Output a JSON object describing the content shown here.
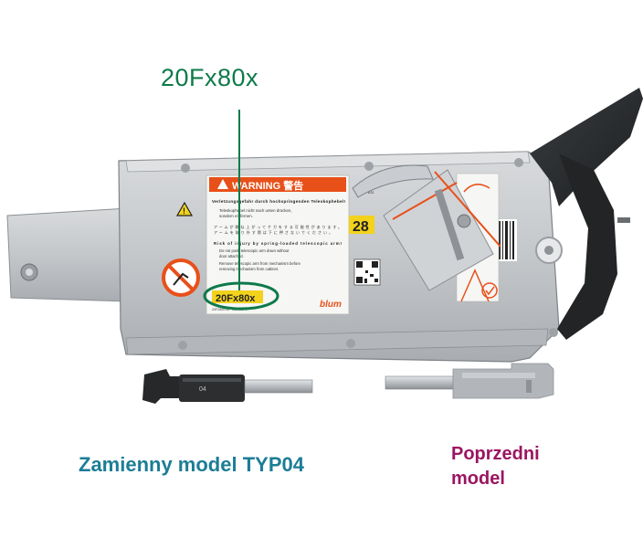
{
  "annotations": {
    "code_label": "20Fx80x",
    "caption_left": "Zamienny model TYP04",
    "caption_right_line1": "Poprzedni",
    "caption_right_line2": "model"
  },
  "sticker": {
    "warning_title": "WARNING 警告",
    "de_heading": "Verletzungsgefahr durch hochspringenden Teleskophebel!",
    "de_line1": "Teleskophebel nicht nach unten drücken,",
    "de_line2": "sondern entfernen.",
    "jp_line1": "アームが跳ね上がってケガをする可能性があります。",
    "jp_line2": "アームを取り外す際は下に押さないでください。",
    "en_heading": "Risk of injury by spring-loaded telescopic arm!",
    "en_line1": "Do not push telescopic arm down without",
    "en_line2": "door attached.",
    "en_line3": "Remove telescopic arm from mechanism before",
    "en_line4": "removing mechanism from cabinet.",
    "part_code": "20Fx80x",
    "small_code": "20F2800.05 · 898 580 1",
    "number": "28",
    "region": "HF – EU",
    "brand": "blum"
  },
  "part_left_label": "04",
  "colors": {
    "code_label": "#0e7a4a",
    "caption_left": "#1c7d96",
    "caption_right": "#9b1561",
    "warning_orange": "#e8501a",
    "sticker_yellow": "#f2d21b"
  }
}
